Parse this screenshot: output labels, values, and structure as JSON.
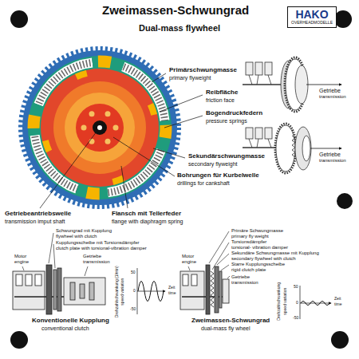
{
  "diagram": {
    "title": "Zweimassen-Schwungrad",
    "nodes": [
      {
        "text": [
          "HAKO",
          "OVERHEADMODELLE"
        ]
      }
    ],
    "labels": [
      "Dual-mass flywheel",
      "Primärschwungmasse",
      "primary flyweight",
      "Reibfläche",
      "friction face",
      "Bogendruckfedern",
      "pressure springs",
      "Sekundärschwungmasse",
      "secondary flyweight",
      "Bohrungen für Kurbelwelle",
      "drillings for cankshaft",
      "Getriebeantriebswelle",
      "transmission imput shaft",
      "Flansch mit Tellerfeder",
      "flange with diaphragm spring",
      "Getriebe",
      "transmission",
      "Getriebe",
      "transmission",
      "Schwungrad mit Kupplung",
      "flywheel with clutch",
      "Kupplungsscheibe mit Torsionsdämpfer",
      "clutch plate with torsional-vibration damper",
      "Motor",
      "engine",
      "Getriebe",
      "transmission",
      "Drehzahlschwankung (1/min)",
      "speed variation",
      "50",
      "0",
      "-50",
      "Zeit",
      "time",
      "Konventionelle Kupplung",
      "conventional clutch",
      "Primäre Schwungmasse",
      "primary fly weight",
      "Torsionsdämpfer",
      "torsional- vibration damper",
      "Sekundäre Schwungmasse mit Kupplung",
      "secondary flywheel with clutch",
      "Starre Kupplungsscheibe",
      "rigid clutch plate",
      "Motor",
      "engine",
      "Getriebe",
      "transmission",
      "Drehzahlschwankung",
      "speed variation",
      "50",
      "0",
      "-50",
      "Zeit",
      "time",
      "Zweimassen-Schwungrad",
      "dual-mass fly wheel"
    ]
  }
}
